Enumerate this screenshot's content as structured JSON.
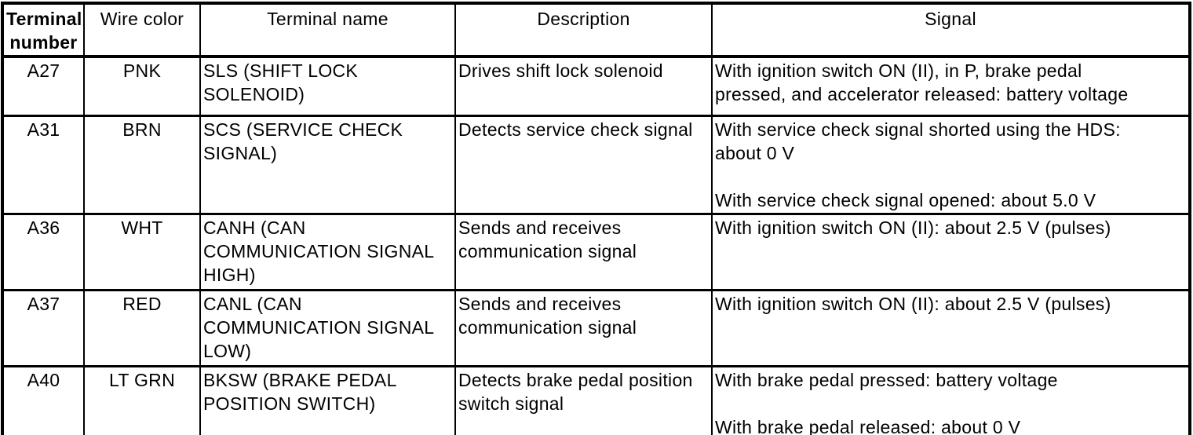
{
  "colors": {
    "background": "#ffffff",
    "border": "#000000",
    "text": "#000000"
  },
  "table": {
    "headers": [
      {
        "label": "Terminal\nnumber"
      },
      {
        "label": "Wire color"
      },
      {
        "label": "Terminal name"
      },
      {
        "label": "Description"
      },
      {
        "label": "Signal"
      }
    ],
    "rows": [
      {
        "terminal_number": "A27",
        "wire_color": "PNK",
        "terminal_name": "SLS (SHIFT LOCK\nSOLENOID)",
        "description": "Drives shift lock solenoid",
        "signal": "With ignition switch ON (II), in P, brake pedal\npressed, and accelerator released: battery voltage"
      },
      {
        "terminal_number": "A31",
        "wire_color": "BRN",
        "terminal_name": "SCS (SERVICE CHECK\nSIGNAL)",
        "description": "Detects service check signal",
        "signal": "With service check signal shorted using the HDS:\nabout 0 V\n\nWith service check signal opened: about 5.0 V"
      },
      {
        "terminal_number": "A36",
        "wire_color": "WHT",
        "terminal_name": "CANH (CAN\nCOMMUNICATION SIGNAL\nHIGH)",
        "description": "Sends and receives\ncommunication signal",
        "signal": "With ignition switch ON (II): about 2.5 V (pulses)"
      },
      {
        "terminal_number": "A37",
        "wire_color": "RED",
        "terminal_name": "CANL (CAN\nCOMMUNICATION SIGNAL\nLOW)",
        "description": "Sends and receives\ncommunication signal",
        "signal": "With ignition switch ON (II): about 2.5 V (pulses)"
      },
      {
        "terminal_number": "A40",
        "wire_color": "LT GRN",
        "terminal_name": "BKSW (BRAKE PEDAL\nPOSITION SWITCH)",
        "description": "Detects brake pedal position\nswitch signal",
        "signal": "With brake pedal pressed: battery voltage\n\nWith brake pedal released: about 0 V"
      }
    ]
  }
}
